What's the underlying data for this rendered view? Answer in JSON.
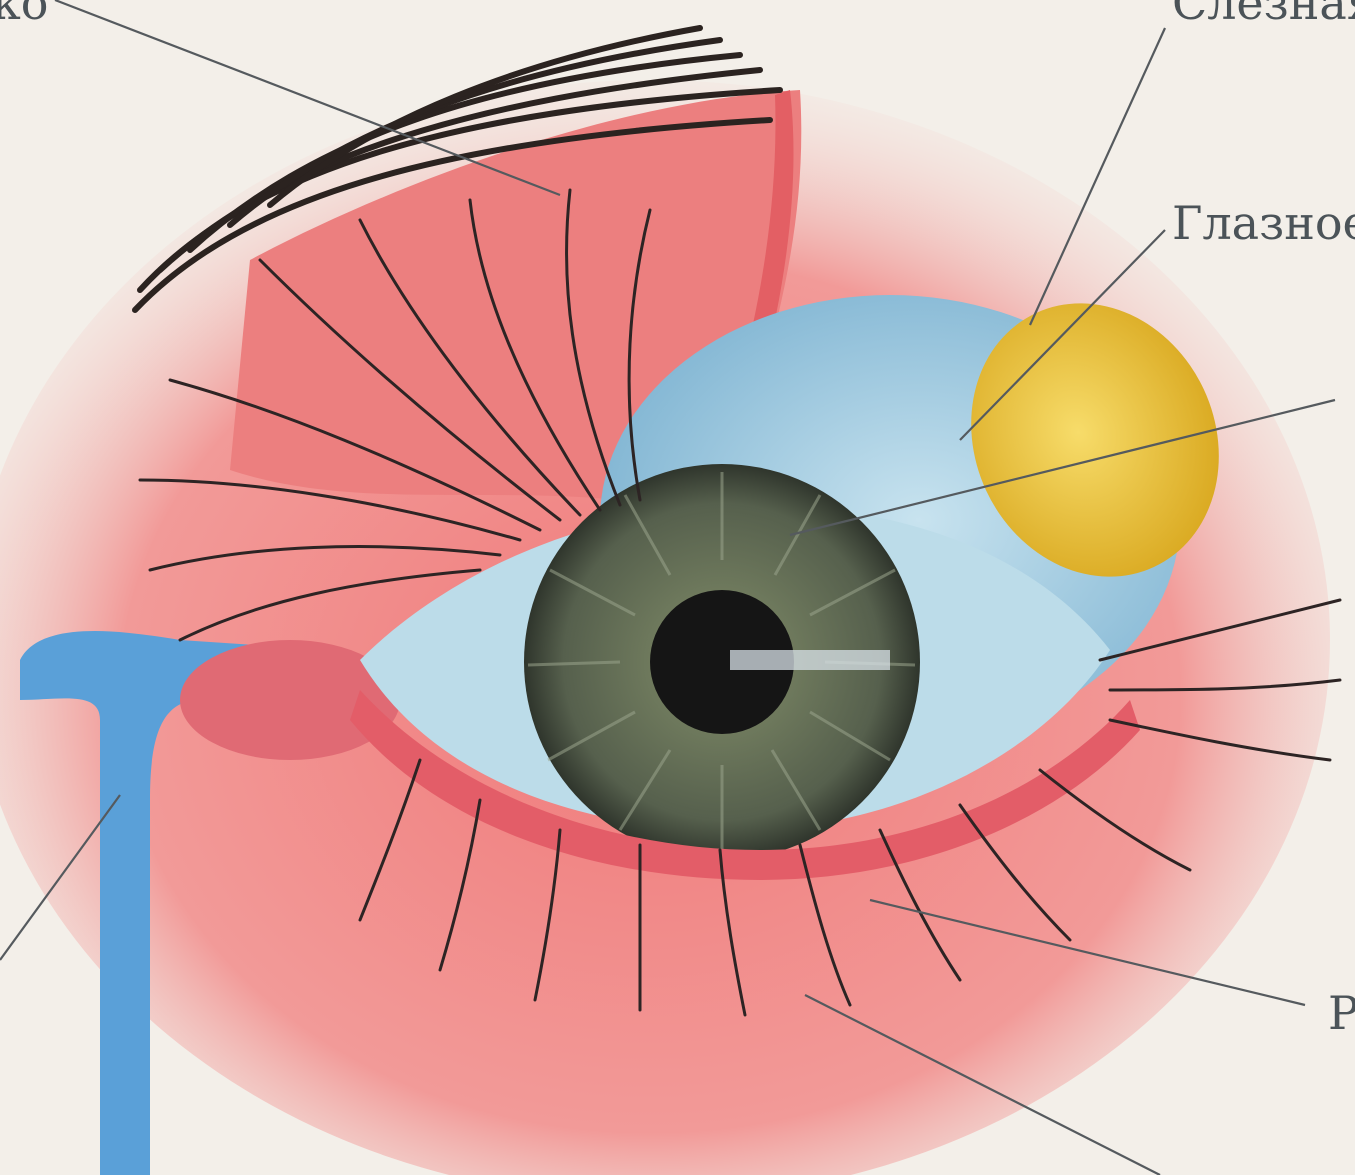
{
  "labels": {
    "top_left": "ко",
    "top_right": "Слезная",
    "mid_right": "Глазное",
    "low_right": "Р"
  },
  "colors": {
    "background": "#f3efe9",
    "skin": "#ef8a8a",
    "eyelid": "#e97373",
    "eyeball": "#9fcbe0",
    "iris": "#5f6b55",
    "pupil": "#151515",
    "gland": "#efc83a",
    "duct": "#5aa0d8",
    "lash": "#2d2424",
    "leader": "#555a5e"
  },
  "icons": {
    "figure": "eye-anatomy-illustration"
  }
}
